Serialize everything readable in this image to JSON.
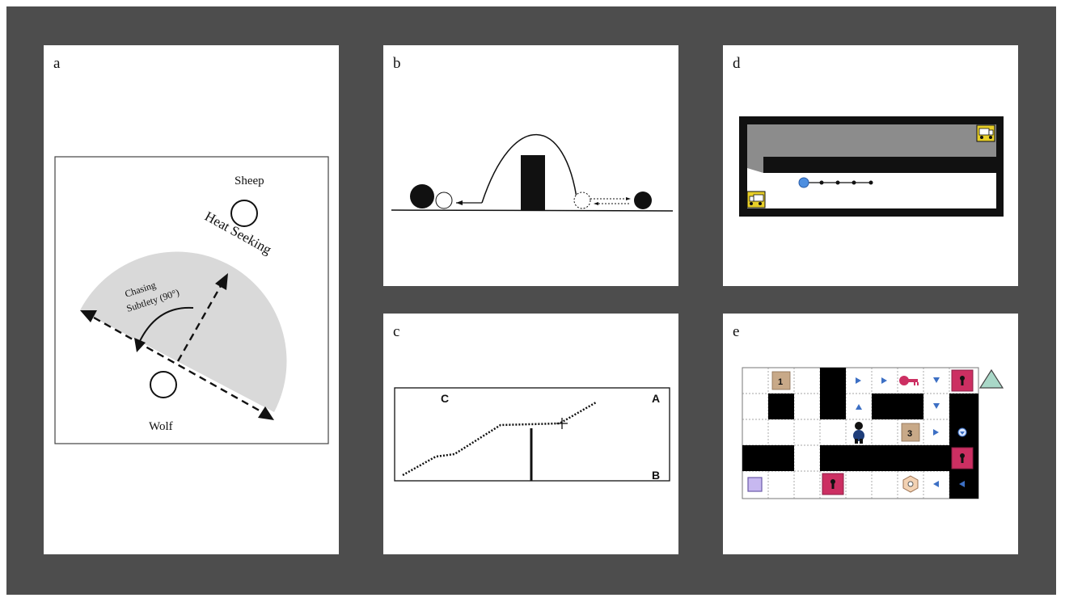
{
  "colors": {
    "background": "#4d4d4d",
    "panel": "#ffffff",
    "wedge_gray": "#d9d9d9",
    "lock_red": "#cc2f62",
    "box_tan": "#c8a988",
    "arrow_blue": "#3c6fc4",
    "ball_blue": "#4e8fe0",
    "truck_yellow": "#e8cf28"
  },
  "panels": {
    "a": {
      "label": "a",
      "sheep_label": "Sheep",
      "wolf_label": "Wolf",
      "heat_label": "Heat Seeking",
      "chasing_line1": "Chasing",
      "chasing_line2": "Subtlety (90°)"
    },
    "b": {
      "label": "b"
    },
    "c": {
      "label": "c",
      "corner_c": "C",
      "corner_a": "A",
      "corner_b": "B"
    },
    "d": {
      "label": "d"
    },
    "e": {
      "label": "e",
      "box_1": "1",
      "box_3": "3",
      "icons": [
        "box-icon",
        "key-icon",
        "keyhole-lock-icon",
        "triangle-icon",
        "agent-icon",
        "hexagon-icon",
        "square-icon",
        "arrow-right-icon",
        "arrow-up-icon",
        "arrow-down-icon",
        "arrow-left-icon"
      ]
    }
  }
}
